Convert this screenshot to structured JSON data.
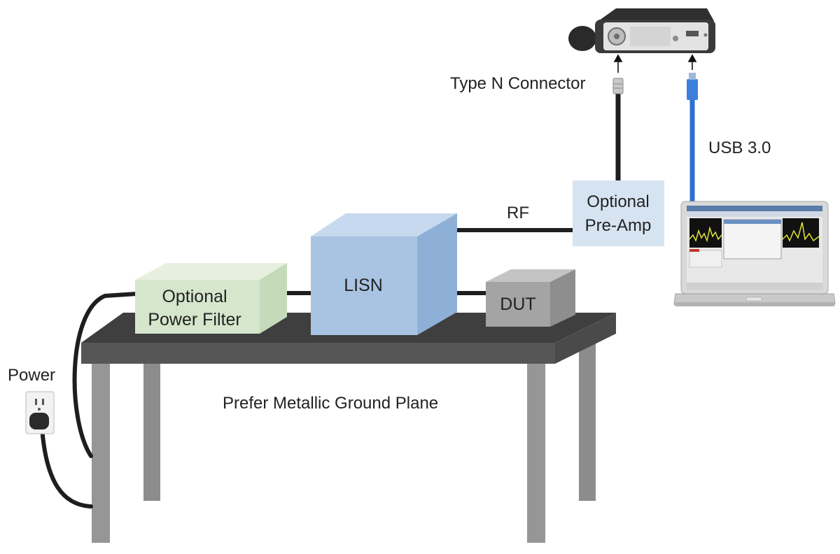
{
  "labels": {
    "type_n_connector": "Type N Connector",
    "usb": "USB 3.0",
    "rf": "RF",
    "preamp_line1": "Optional",
    "preamp_line2": "Pre-Amp",
    "lisn": "LISN",
    "filter_line1": "Optional",
    "filter_line2": "Power Filter",
    "dut": "DUT",
    "power": "Power",
    "ground_plane": "Prefer Metallic Ground Plane"
  },
  "colors": {
    "cable": "#1e1e1e",
    "usb_cable": "#2f6fd0",
    "lisn_front": "#a9c4e2",
    "lisn_top": "#c7d9ee",
    "lisn_side": "#8fb0d6",
    "filter_front": "#d5e6cd",
    "filter_top": "#e6f0df",
    "dut_front": "#a4a4a4",
    "dut_top": "#c4c4c4",
    "preamp": "#d6e4f2",
    "table_top": "#3f3f3f",
    "table_edge": "#565656",
    "table_legs": "#8c8c8c"
  },
  "icons": {
    "analyzer": "spectrum-analyzer-device-icon",
    "laptop": "laptop-icon",
    "outlet": "power-outlet-icon",
    "plug": "power-plug-icon"
  }
}
